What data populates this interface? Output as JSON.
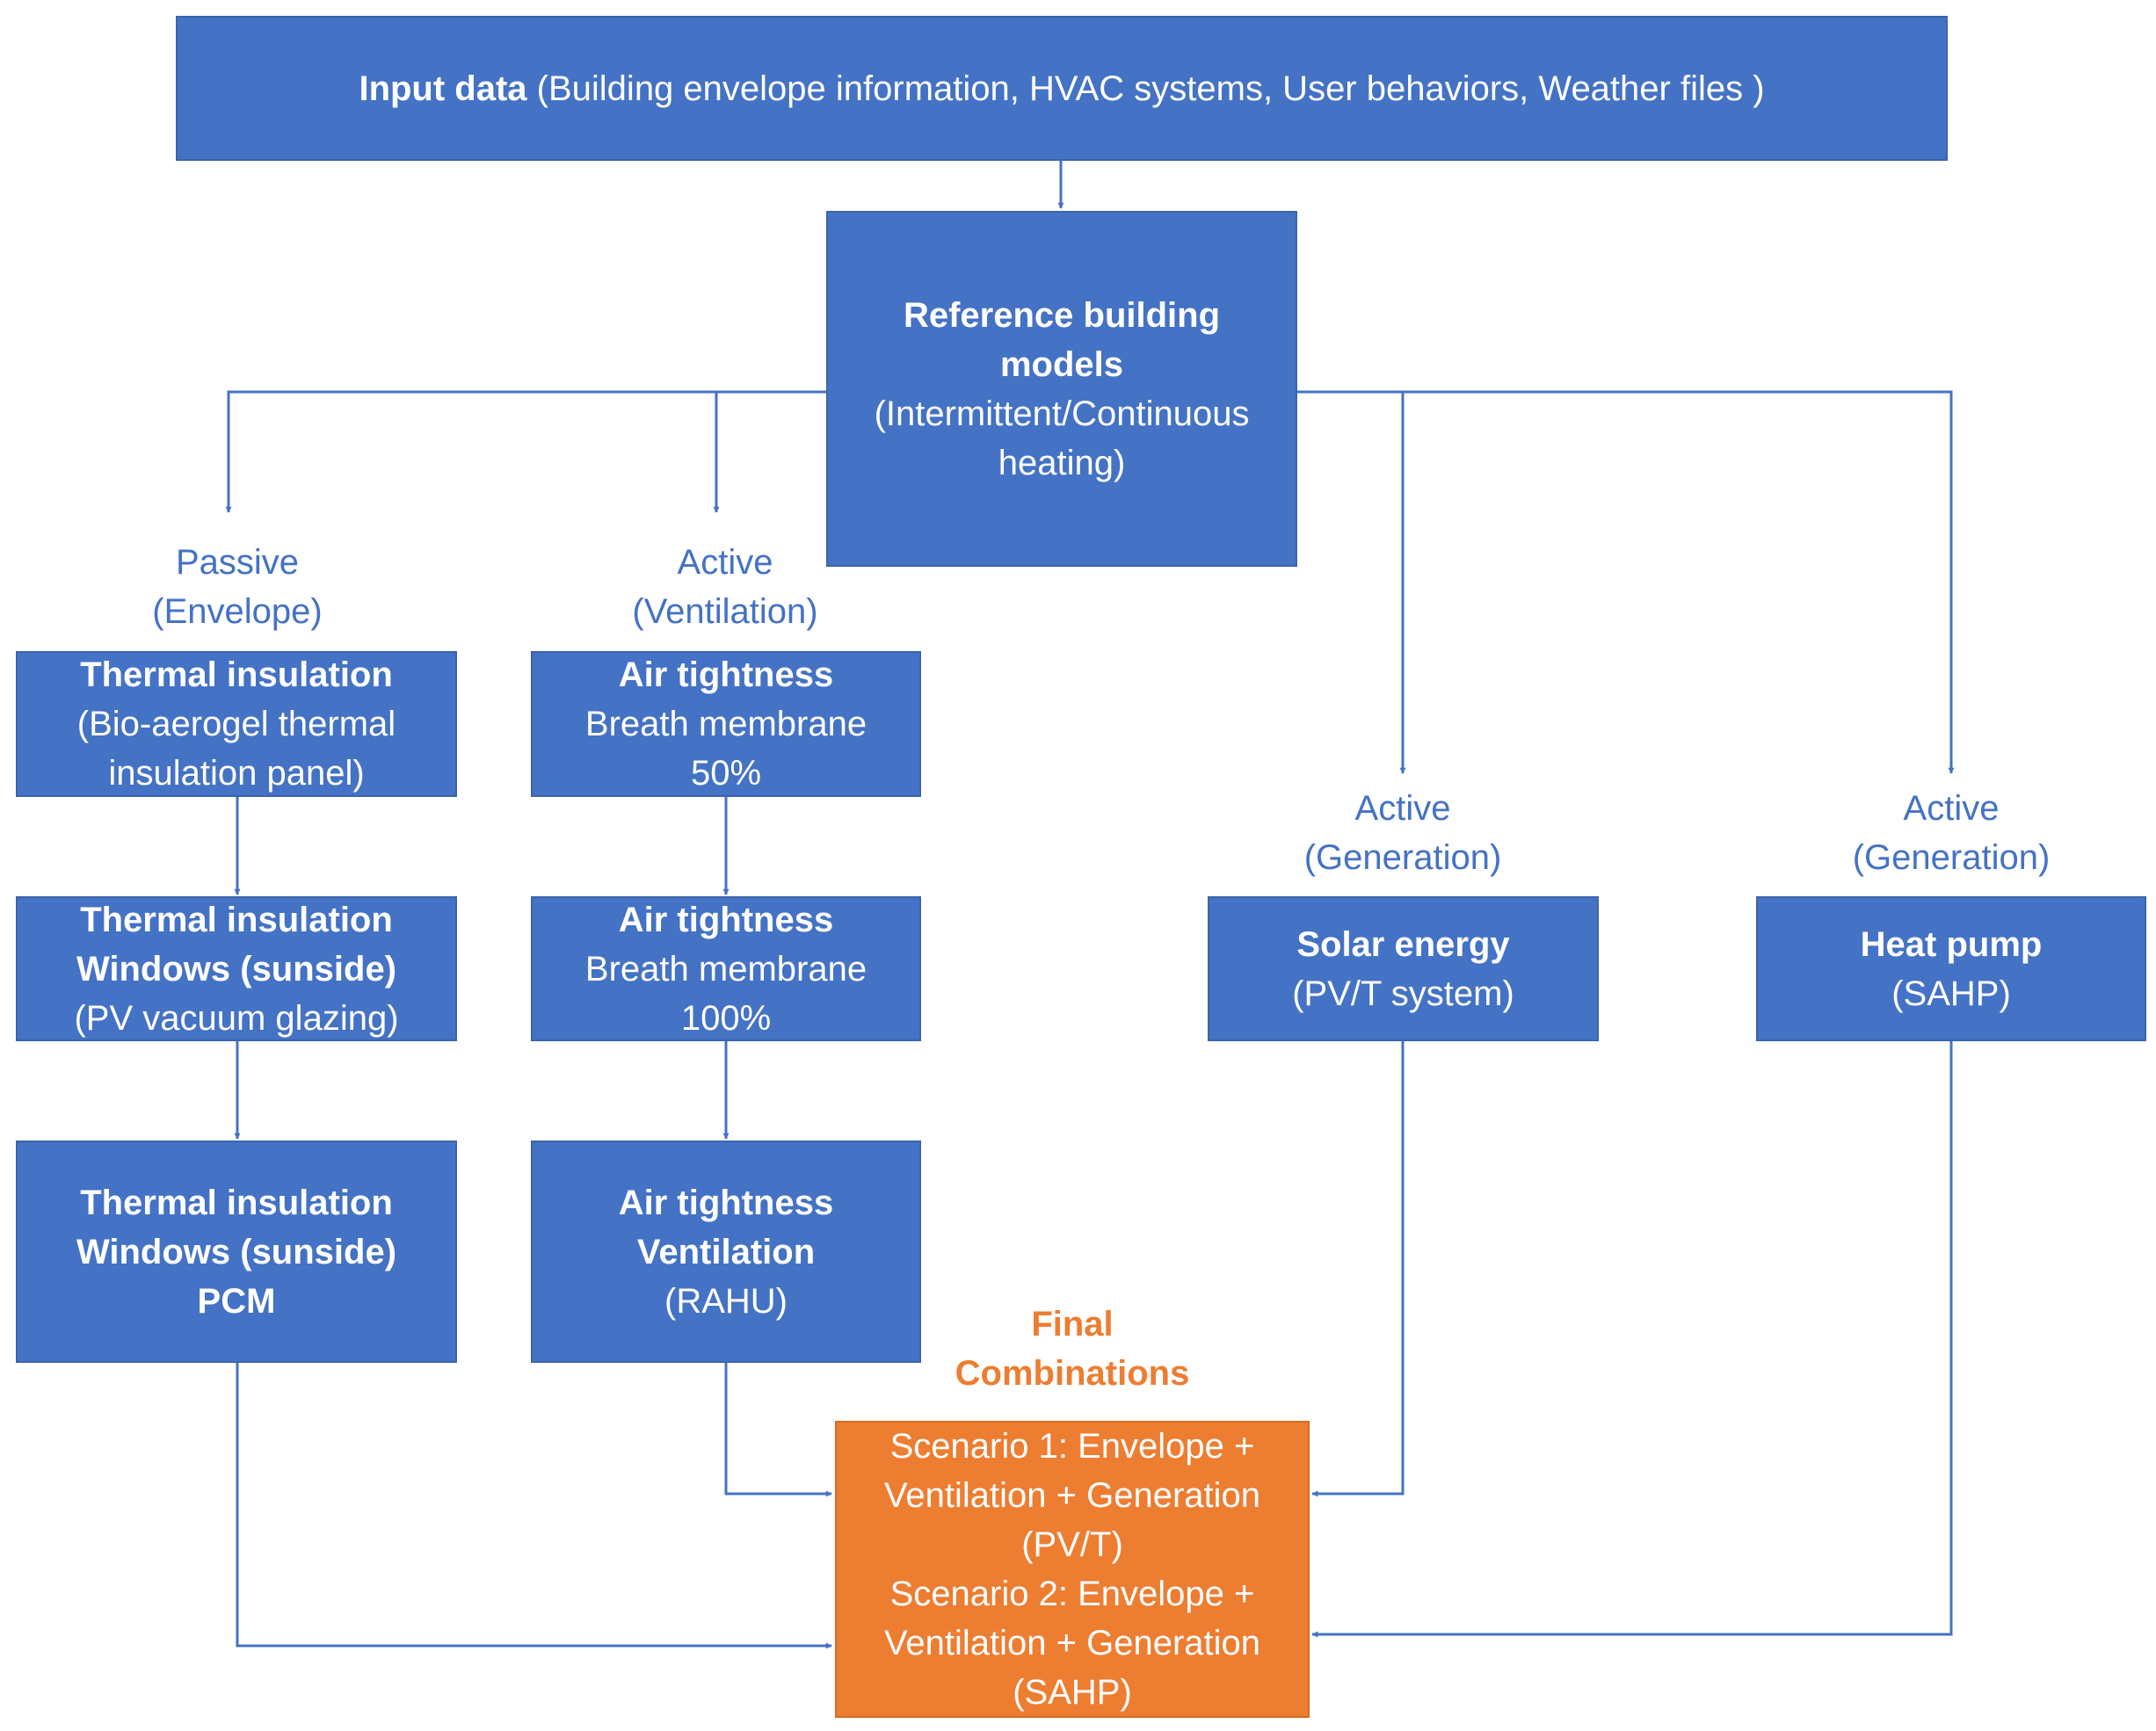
{
  "colors": {
    "box_fill": "#4472c4",
    "final_fill": "#ed7d31",
    "category_text": "#4472c4",
    "final_title_text": "#ed7d31",
    "arrow": "#4472c4"
  },
  "input": {
    "bold": "Input data",
    "rest": " (Building envelope information, HVAC systems, User behaviors, Weather files )"
  },
  "reference": {
    "title_1": "Reference building",
    "title_2": "models",
    "sub_1": "(Intermittent/Continuous",
    "sub_2": "heating)"
  },
  "categories": {
    "passive_envelope": [
      "Passive",
      "(Envelope)"
    ],
    "active_ventilation": [
      "Active",
      "(Ventilation)"
    ],
    "active_generation_solar": [
      "Active",
      "(Generation)"
    ],
    "active_generation_heatpump": [
      "Active",
      "(Generation)"
    ]
  },
  "envelope": {
    "step1": {
      "title": "Thermal insulation",
      "sub_1": "(Bio-aerogel thermal",
      "sub_2": "insulation panel)"
    },
    "step2": {
      "title_1": "Thermal insulation",
      "title_2": "Windows (sunside)",
      "sub": "(PV vacuum glazing)"
    },
    "step3": {
      "title_1": "Thermal insulation",
      "title_2": "Windows (sunside)",
      "title_3": "PCM"
    }
  },
  "ventilation": {
    "step1": {
      "title": "Air tightness",
      "sub_1": "Breath membrane",
      "sub_2": "50%"
    },
    "step2": {
      "title": "Air tightness",
      "sub_1": "Breath membrane",
      "sub_2": "100%"
    },
    "step3": {
      "title_1": "Air tightness",
      "title_2": "Ventilation",
      "sub": "(RAHU)"
    }
  },
  "generation": {
    "solar": {
      "title": "Solar energy",
      "sub": "(PV/T system)"
    },
    "heatpump": {
      "title": "Heat pump",
      "sub": "(SAHP)"
    }
  },
  "final": {
    "title_1": "Final",
    "title_2": "Combinations",
    "lines": [
      "Scenario 1: Envelope +",
      "Ventilation + Generation",
      "(PV/T)",
      "Scenario 2: Envelope +",
      "Ventilation + Generation",
      "(SAHP)"
    ]
  }
}
